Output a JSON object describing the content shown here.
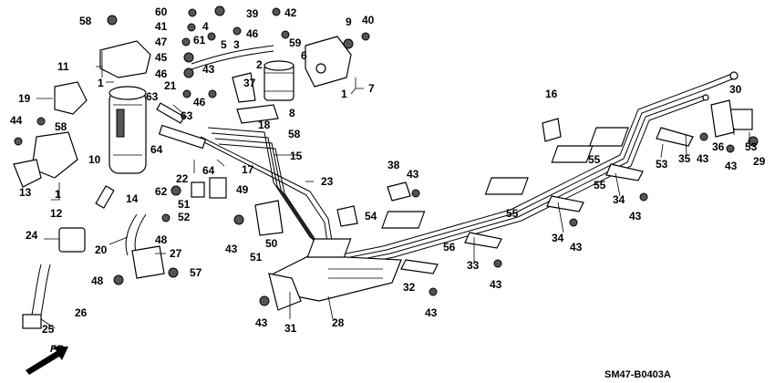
{
  "diagram": {
    "code": "SM47-B0403A",
    "direction_label": "FR.",
    "callouts": [
      "1",
      "2",
      "3",
      "4",
      "5",
      "6",
      "7",
      "8",
      "9",
      "10",
      "11",
      "12",
      "13",
      "14",
      "15",
      "16",
      "17",
      "18",
      "19",
      "20",
      "21",
      "22",
      "23",
      "24",
      "25",
      "26",
      "27",
      "28",
      "29",
      "30",
      "31",
      "32",
      "33",
      "34",
      "35",
      "36",
      "37",
      "38",
      "39",
      "40",
      "41",
      "42",
      "43",
      "44",
      "45",
      "46",
      "47",
      "48",
      "49",
      "50",
      "51",
      "52",
      "53",
      "54",
      "55",
      "56",
      "57",
      "58",
      "59",
      "60",
      "61",
      "62",
      "63",
      "64"
    ]
  }
}
